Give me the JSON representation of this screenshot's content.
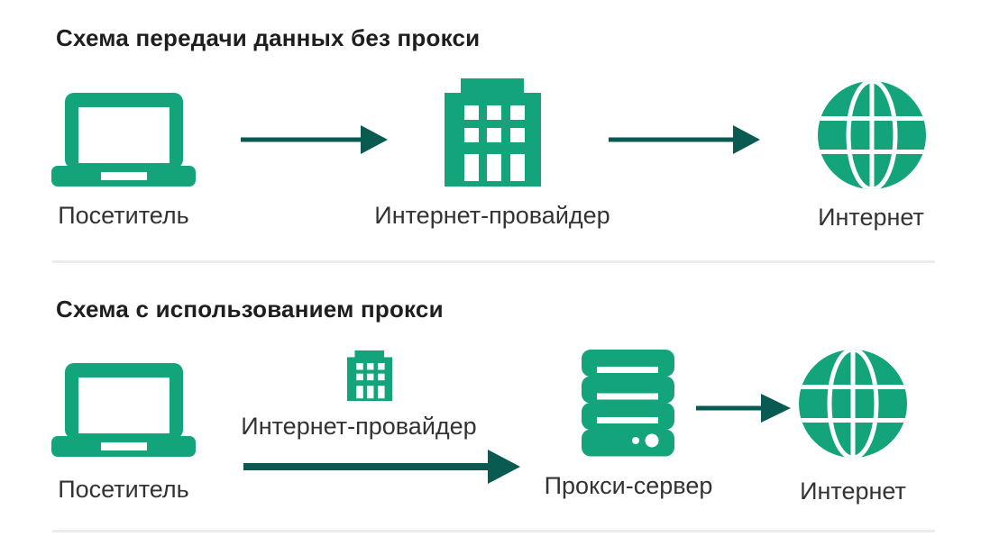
{
  "colors": {
    "icon_green": "#13a47c",
    "arrow_teal": "#095a51",
    "title_color": "#1e1e1e",
    "label_color": "#333333",
    "divider_color": "#ececec"
  },
  "icons": [
    "laptop-icon",
    "building-icon",
    "globe-icon",
    "server-icon",
    "arrow-right-icon"
  ],
  "sections": [
    {
      "title": "Схема передачи данных без прокси",
      "nodes": [
        {
          "icon": "laptop-icon",
          "label": "Посетитель"
        },
        {
          "icon": "building-icon",
          "label": "Интернет-провайдер"
        },
        {
          "icon": "globe-icon",
          "label": "Интернет"
        }
      ]
    },
    {
      "title": "Схема с использованием прокси",
      "nodes": [
        {
          "icon": "laptop-icon",
          "label": "Посетитель"
        },
        {
          "icon": "building-icon",
          "label": "Интернет-провайдер"
        },
        {
          "icon": "server-icon",
          "label": "Прокси-сервер"
        },
        {
          "icon": "globe-icon",
          "label": "Интернет"
        }
      ]
    }
  ]
}
